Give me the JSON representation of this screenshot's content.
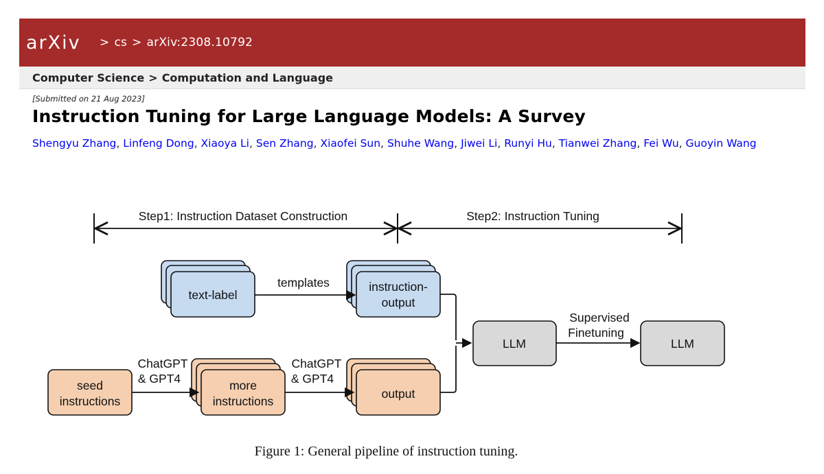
{
  "header": {
    "logo_text": "arXiv",
    "breadcrumb": [
      ">",
      "cs",
      ">",
      "arXiv:2308.10792"
    ]
  },
  "subject": {
    "parts": [
      "Computer Science",
      ">",
      "Computation and Language"
    ]
  },
  "submitted": "[Submitted on 21 Aug 2023]",
  "title": "Instruction Tuning for Large Language Models: A Survey",
  "authors": [
    "Shengyu Zhang",
    "Linfeng Dong",
    "Xiaoya Li",
    "Sen Zhang",
    "Xiaofei Sun",
    "Shuhe Wang",
    "Jiwei Li",
    "Runyi Hu",
    "Tianwei Zhang",
    "Fei Wu",
    "Guoyin Wang"
  ],
  "figure": {
    "step1": "Step1: Instruction Dataset Construction",
    "step2": "Step2: Instruction Tuning",
    "boxes": {
      "text_label": "text-label",
      "instruction_output": [
        "instruction-",
        "output"
      ],
      "seed_instructions": [
        "seed",
        "instructions"
      ],
      "more_instructions": [
        "more",
        "instructions"
      ],
      "output": "output",
      "llm_in": "LLM",
      "llm_out": "LLM"
    },
    "edge_labels": {
      "templates": "templates",
      "chatgpt_1": [
        "ChatGPT",
        "& GPT4"
      ],
      "chatgpt_2": [
        "ChatGPT",
        "& GPT4"
      ],
      "supervised": [
        "Supervised",
        "Finetuning"
      ]
    },
    "colors": {
      "blue": "#c6daf0",
      "orange": "#f5cfb0",
      "gray": "#d9d9d9"
    },
    "caption": "Figure 1: General pipeline of instruction tuning."
  }
}
